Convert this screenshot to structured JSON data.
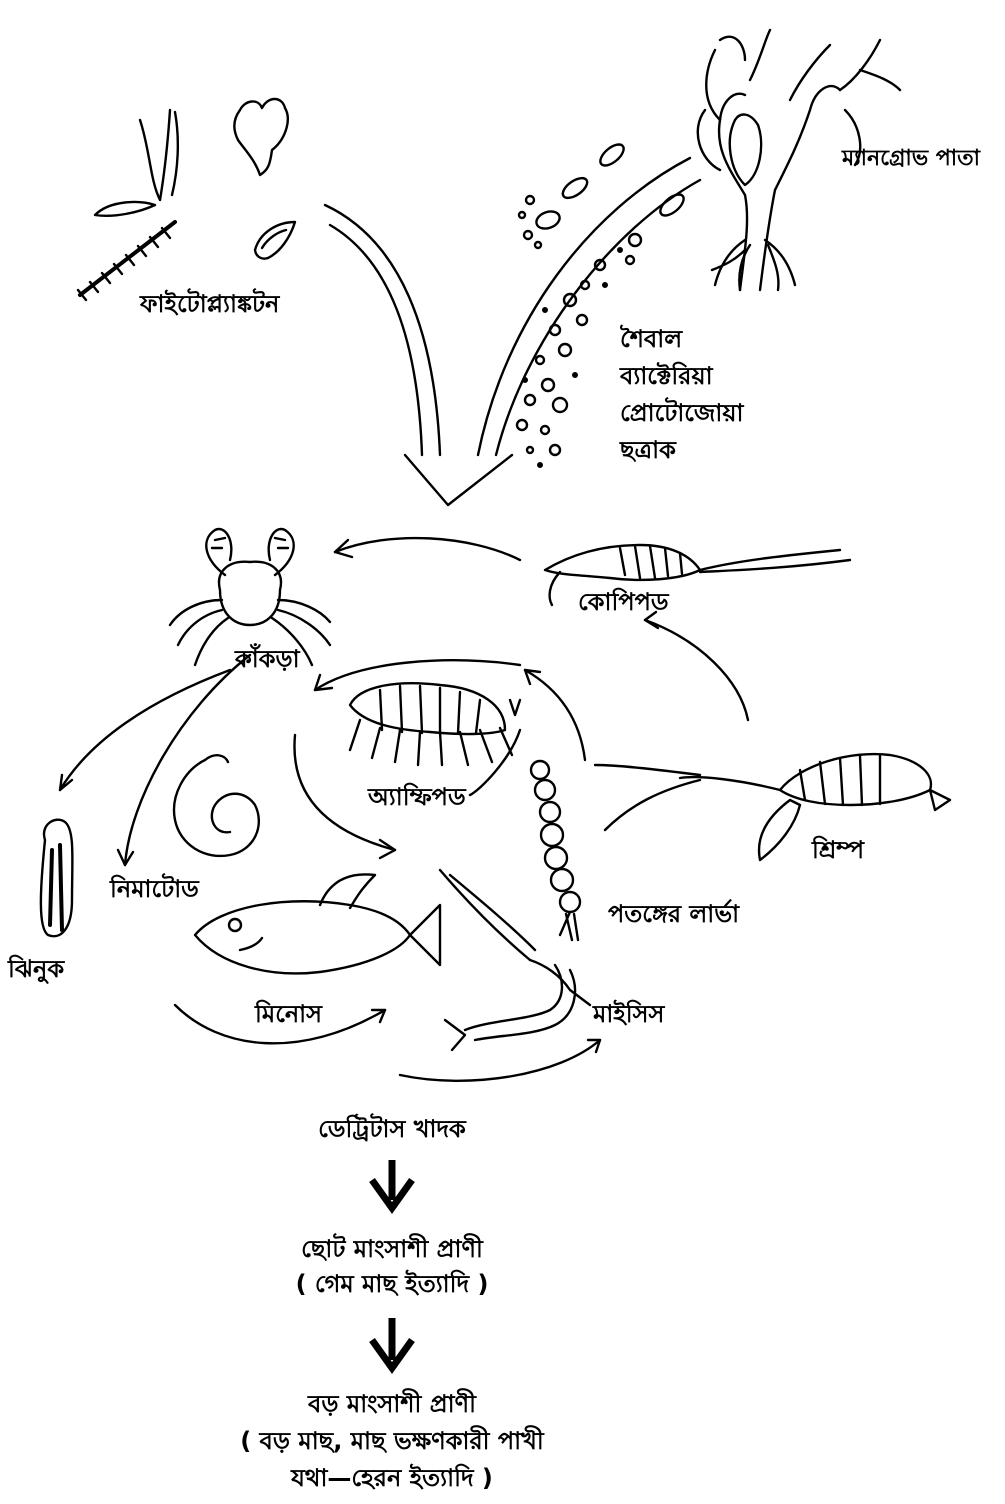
{
  "labels": {
    "phytoplankton": "ফাইটোপ্ল্যাঙ্কটন",
    "mangrove_leaf": "ম্যানগ্রোভ পাতা",
    "microbes": [
      "শৈবাল",
      "ব্যাক্টেরিয়া",
      "প্রোটোজোয়া",
      "ছত্রাক"
    ],
    "crab": "কাঁকড়া",
    "copepod": "কোপিপড",
    "amphipod": "অ্যাম্ফিপড",
    "shrimp": "শ্রিম্প",
    "clam": "ঝিনুক",
    "nematode": "নিমাটোড",
    "insect_larva": "পতঙ্গের লার্ভা",
    "minnows": "মিনোস",
    "mysis": "মাইসিস"
  },
  "chain": {
    "step1": "ডেট্রিটাস খাদক",
    "step2_line1": "ছোট মাংসাশী প্রাণী",
    "step2_line2": "( গেম মাছ ইত্যাদি )",
    "step3_line1": "বড় মাংসাশী প্রাণী",
    "step3_line2": "( বড় মাছ, মাছ ভক্ষণকারী পাখী",
    "step3_line3": "যথা—হেরন ইত্যাদি )"
  }
}
